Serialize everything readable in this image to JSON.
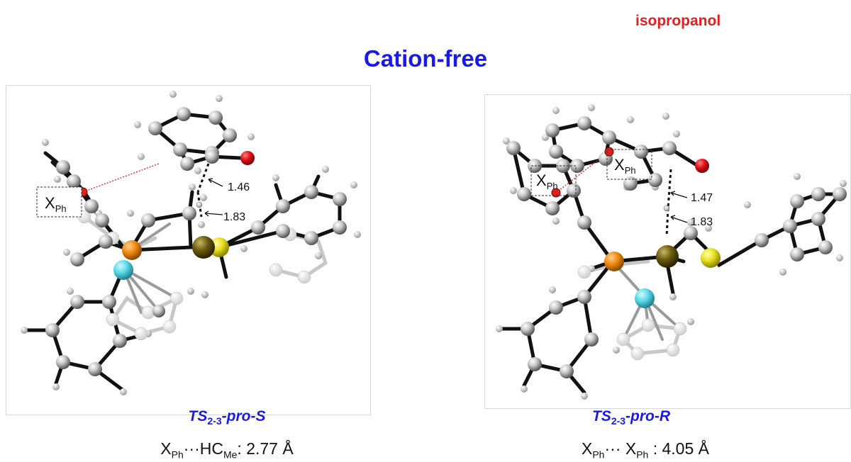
{
  "solvent": "isopropanol",
  "condition": "Cation-free",
  "left": {
    "ts_base": "TS",
    "ts_sub": "2-3",
    "ts_suffix": "-pro-S",
    "box_label_main": "X",
    "box_label_sub": "Ph",
    "dist_top": "1.46",
    "dist_bottom": "1.83",
    "metric": {
      "a_main": "X",
      "a_sub": "Ph",
      "mid": "···HC",
      "b_sub": "Me",
      "value": ": 2.77 Å"
    }
  },
  "right": {
    "ts_base": "TS",
    "ts_sub": "2-3",
    "ts_suffix": "-pro-R",
    "box1_label_main": "X",
    "box1_label_sub": "Ph",
    "box2_label_main": "X",
    "box2_label_sub": "Ph",
    "dist_top": "1.47",
    "dist_bottom": "1.83",
    "metric": {
      "a_main": "X",
      "a_sub": "Ph",
      "mid": "··· X",
      "b_sub": "Ph",
      "value": " : 4.05 Å"
    }
  },
  "colors": {
    "title_blue": "#1a1ae6",
    "solvent_red": "#e02020",
    "carbon": "#bdbdbd",
    "oxygen": "#e0101a",
    "phosphorus": "#f08a10",
    "sulfur": "#e8e020",
    "iron": "#6a5a10",
    "boron": "#5ad8e8"
  }
}
